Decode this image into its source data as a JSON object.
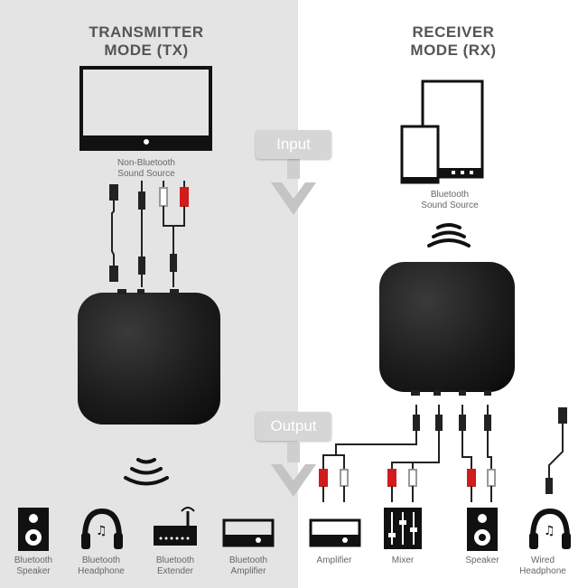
{
  "tx": {
    "title": "TRANSMITTER\nMODE (TX)",
    "source_caption": "Non-Bluetooth\nSound Source",
    "devices": [
      {
        "label": "Bluetooth\nSpeaker",
        "icon": "speaker-icon"
      },
      {
        "label": "Bluetooth\nHeadphone",
        "icon": "headphone-icon"
      },
      {
        "label": "Bluetooth\nExtender",
        "icon": "router-icon"
      },
      {
        "label": "Bluetooth\nAmplifier",
        "icon": "amplifier-icon"
      }
    ]
  },
  "rx": {
    "title": "RECEIVER\nMODE (RX)",
    "source_caption": "Bluetooth\nSound Source",
    "devices": [
      {
        "label": "Amplifier",
        "icon": "amplifier-icon"
      },
      {
        "label": "Mixer",
        "icon": "mixer-icon"
      },
      {
        "label": "Speaker",
        "icon": "speaker-icon"
      },
      {
        "label": "Wired\nHeadphone",
        "icon": "headphone-icon"
      }
    ]
  },
  "flow": {
    "input_label": "Input",
    "output_label": "Output"
  },
  "colors": {
    "left_background": "#e4e4e4",
    "arrow": "#c9c9c9",
    "rca_red": "#d01c1c",
    "device_black": "#1a1a1a"
  }
}
